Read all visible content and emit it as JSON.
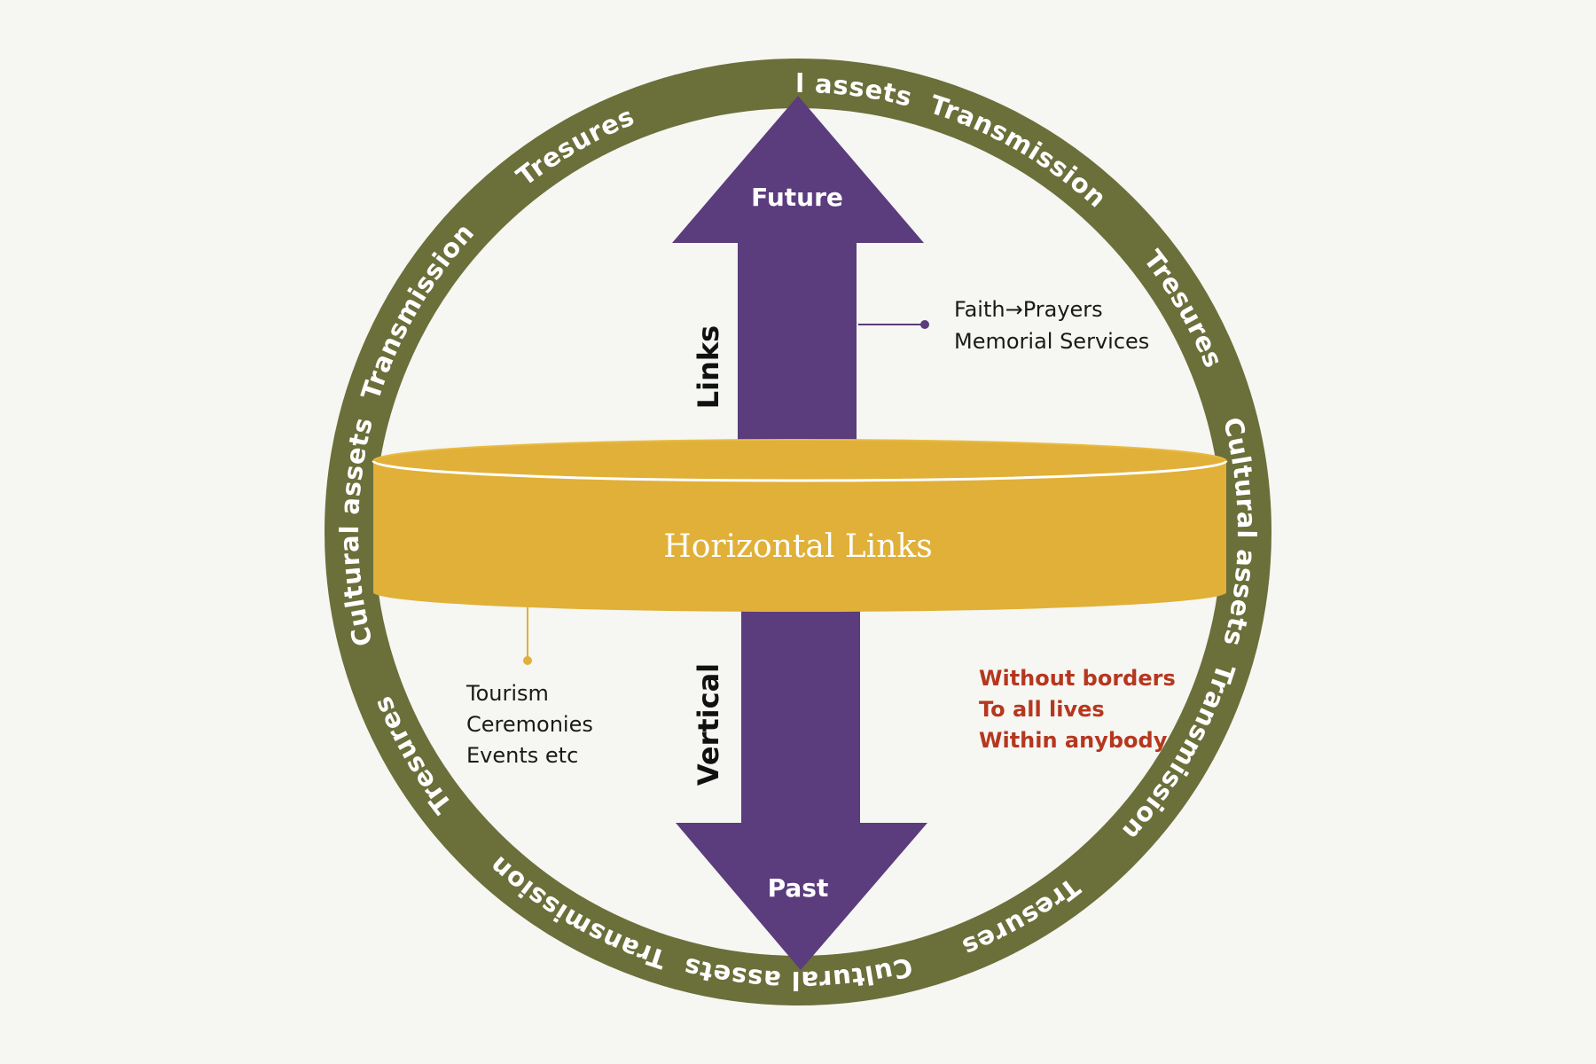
{
  "colors": {
    "background": "#f6f6f2",
    "ring": "#6b6f3a",
    "arrow": "#5b3c7d",
    "band": "#e0b038",
    "band_top_edge": "#ffffff",
    "note_red": "#b5371f"
  },
  "ring": {
    "labels": [
      "Cultural assets",
      "Transmission",
      "Tresures",
      "Cultural assets",
      "Transmission",
      "Tresures",
      "Cultural assets",
      "Transmission",
      "Tresures",
      "Cultural assets",
      "Transmission",
      "Tresures"
    ]
  },
  "arrow": {
    "top_label": "Future",
    "bottom_label": "Past",
    "upper_side_label": "Links",
    "lower_side_label": "Vertical"
  },
  "band": {
    "label": "Horizontal Links"
  },
  "notes": {
    "faith": [
      "Faith→Prayers",
      "Memorial Services"
    ],
    "tourism": [
      "Tourism",
      "Ceremonies",
      "Events etc"
    ],
    "borders": [
      "Without borders",
      "To all lives",
      "Within anybody"
    ]
  }
}
